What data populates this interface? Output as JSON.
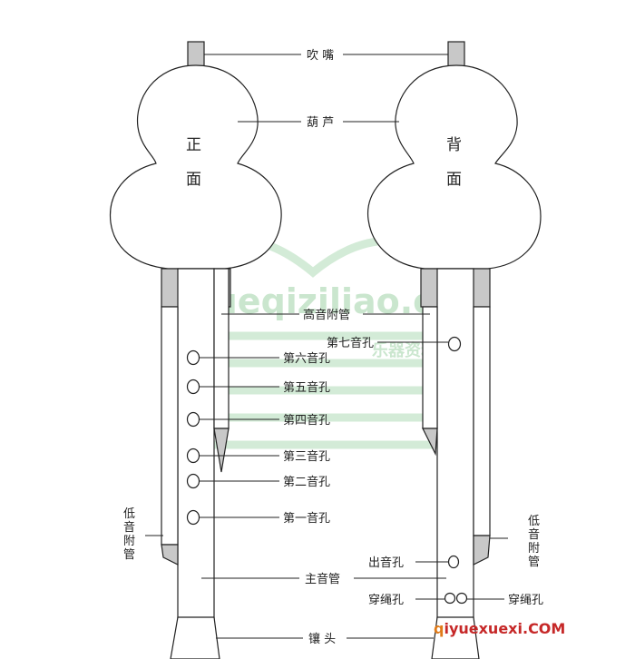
{
  "colors": {
    "stroke": "#222222",
    "tube_fill": "#c8c8c8",
    "watermark": "#9fd3a7",
    "site_orange": "#e07b1a",
    "site_red": "#c62828"
  },
  "diagram": {
    "front_label_top": "正",
    "front_label_bottom": "面",
    "back_label_top": "背",
    "back_label_bottom": "面",
    "labels": {
      "mouthpiece": "吹 嘴",
      "gourd": "葫 芦",
      "high_pipe": "高音附管",
      "hole7": "第七音孔",
      "hole6": "第六音孔",
      "hole5": "第五音孔",
      "hole4": "第四音孔",
      "hole3": "第三音孔",
      "hole2": "第二音孔",
      "hole1": "第一音孔",
      "low_pipe_left": [
        "低",
        "音",
        "附",
        "管"
      ],
      "low_pipe_right": [
        "低",
        "音",
        "附",
        "管"
      ],
      "out_hole": "出音孔",
      "main_pipe": "主音管",
      "rope_hole_left": "穿绳孔",
      "rope_hole_right": "穿绳孔",
      "inlay_head": "镶 头"
    }
  },
  "watermark": {
    "domain": "Yueqiziliao.com",
    "cn": "乐器资料网"
  },
  "site_logo": {
    "prefix": "q",
    "middle": "iyuexuexi",
    "suffix": ".COM"
  }
}
